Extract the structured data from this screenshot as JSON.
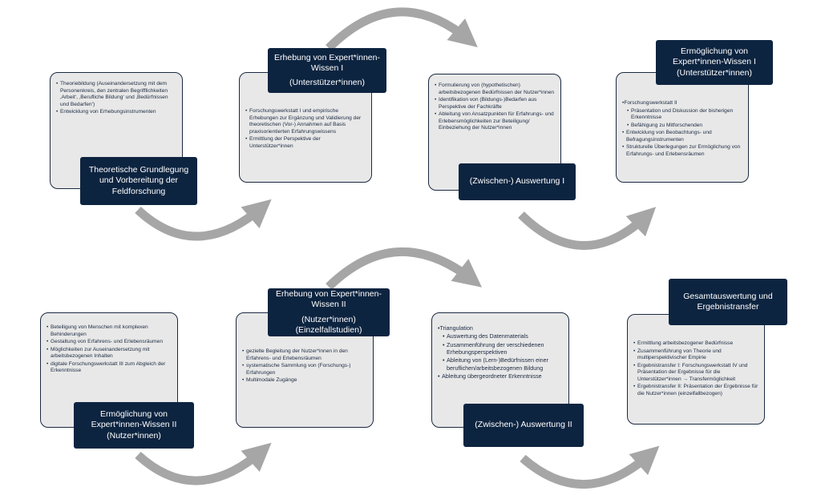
{
  "colors": {
    "label_bg": "#0d2440",
    "card_bg": "#e8e8e8",
    "card_border": "#1b2a41",
    "arrow": "#a6a6a6"
  },
  "steps": [
    {
      "label": [
        "Theoretische Grundlegung",
        "und Vorbereitung der",
        "Feldforschung"
      ],
      "items": [
        "Theoriebildung (Auseinandersetzung mit dem Personenkreis, den zentralen Begrifflichkeiten ‚Arbeit‘, ‚Berufliche Bildung‘ und ‚Bedürfnissen und Bedarfen‘)",
        "Entwicklung von Erhebungsinstrumenten"
      ]
    },
    {
      "label": [
        "Erhebung von Expert*innen-",
        "Wissen I",
        "(Unterstützer*innen)"
      ],
      "items": [
        "Forschungswerkstatt I und empirische Erhebungen zur Ergänzung und Validierung der theoretischen (Vor-) Annahmen auf Basis praxisorientierten Erfahrungswissens",
        "Ermittlung der Perspektive der Unterstützer*innen"
      ]
    },
    {
      "label": [
        "(Zwischen-) Auswertung I"
      ],
      "items": [
        "Formulierung von (hypothetischen) arbeitsbezogenen Bedürfnissen der Nutzer*innen",
        "Identifikation von (Bildungs-)Bedarfen aus Perspektive der Fachkräfte",
        "Ableitung von Ansatzpunkten für Erfahrungs- und Erlebensmöglichkeiten zur Beteiligung/ Einbeziehung der Nutzer*innen"
      ]
    },
    {
      "label": [
        "Ermöglichung von",
        "Expert*innen-Wissen I",
        "(Unterstützer*innen)"
      ],
      "head": "Forschungswerkstatt II",
      "sub": [
        "Präsentation und Diskussion der bisherigen Erkenntnisse",
        "Befähigung zu Mitforschenden"
      ],
      "items": [
        "Entwicklung von Beobachtungs- und Befragungsinstrumenten",
        "Strukturelle Überlegungen zur Ermöglichung von Erfahrungs- und Erlebensräumen"
      ]
    },
    {
      "label": [
        "Ermöglichung von",
        "Expert*innen-Wissen II",
        "(Nutzer*innen)"
      ],
      "items": [
        "Beteiligung von Menschen mit komplexen Behinderungen",
        "Gestaltung von Erfahrens- und Erlebensräumen",
        "Möglichkeiten zur Auseinandersetzung mit arbeitsbezogenen Inhalten",
        "digitale Forschungswerkstatt III zum Abgleich der Erkenntnisse"
      ]
    },
    {
      "label": [
        "Erhebung von Expert*innen-",
        "Wissen II",
        "(Nutzer*innen)",
        "(Einzelfallstudien)"
      ],
      "items": [
        "gezielte Begleitung der Nutzer*innen in den Erfahrens- und Erlebensräumen",
        "systematische Sammlung von (Forschungs-) Erfahrungen",
        "Multimodale Zugänge"
      ]
    },
    {
      "label": [
        "(Zwischen-) Auswertung II"
      ],
      "head": "Triangulation",
      "sub": [
        "Auswertung des Datenmaterials",
        "Zusammenführung der verschiedenen Erhebungsperspektiven",
        "Ableitung von (Lern-)Bedürfnissen einer beruflichen/arbeitsbezogenen Bildung"
      ],
      "items": [
        "Ableitung übergeordneter Erkenntnisse"
      ]
    },
    {
      "label": [
        "Gesamtauswertung und",
        "Ergebnistransfer"
      ],
      "items": [
        "Ermittlung arbeitsbezogener Bedürfnisse",
        "Zusammenführung von Theorie und multiperspektivischer Empirie",
        "Ergebnistransfer I: Forschungswerkstatt IV und Präsentation der Ergebnisse für die Unterstützer*innen → Transfermöglichkeit",
        "Ergebnistransfer II: Präsentation der Ergebnisse für die Nutzer*innen (einzelfallbezogen)"
      ]
    }
  ]
}
